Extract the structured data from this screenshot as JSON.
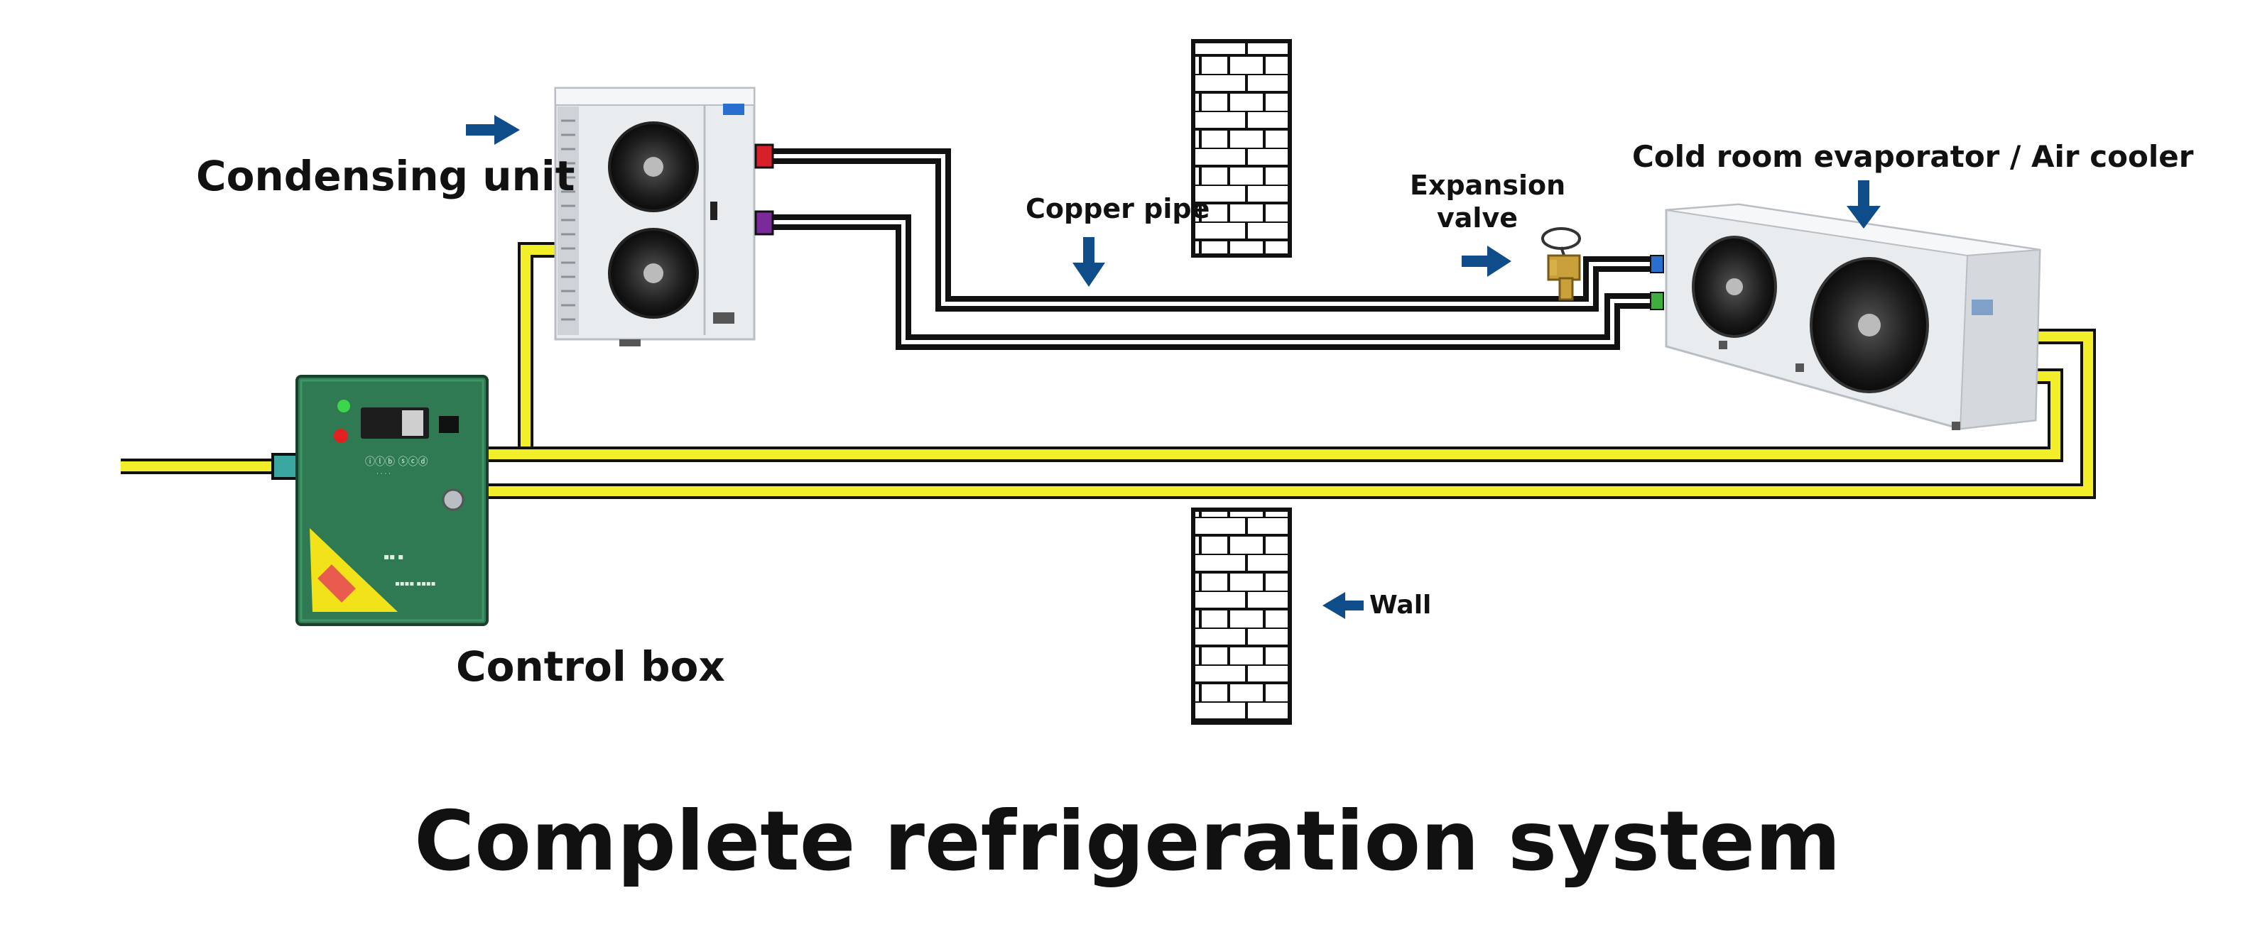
{
  "title": "Complete refrigeration system",
  "labels": {
    "condensing_unit": "Condensing unit",
    "copper_pipe": "Copper pipe",
    "expansion_valve_line1": "Expansion",
    "expansion_valve_line2": "valve",
    "evaporator": "Cold room evaporator / Air cooler",
    "wall": "Wall",
    "control_box": "Control box"
  },
  "colors": {
    "arrow": "#0f4c8a",
    "power_cable": "#f2ee2a",
    "copper_pipe_insulation": "#111111",
    "control_box": "#2f7a52",
    "unit_body": "#e9ecef",
    "red_port": "#d8202a",
    "purple_port": "#7a2a9a",
    "blue_port": "#2a6fd0",
    "green_port": "#3fae3f"
  }
}
